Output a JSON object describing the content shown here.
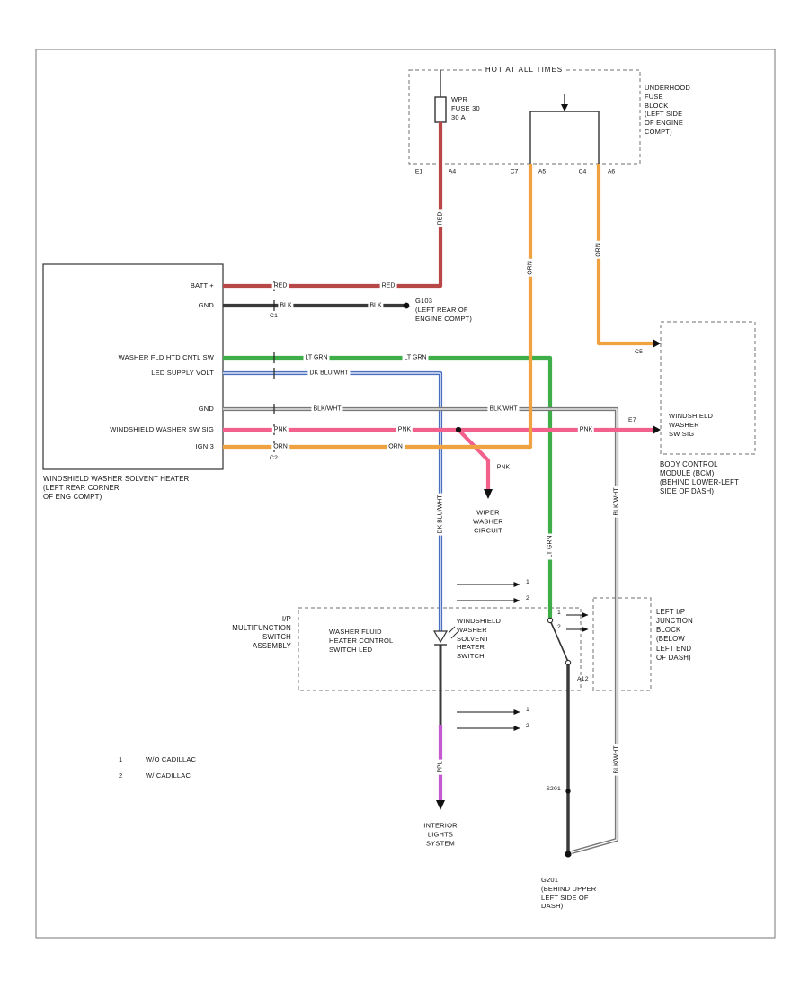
{
  "colors": {
    "red": "#b84747",
    "blk": "#3a3a3a",
    "ltgrn": "#3fae49",
    "dkblu": "#4a6fbe",
    "blkwht": "#787878",
    "pnk": "#f2618c",
    "orn": "#efa23f",
    "ppl": "#c45ad0",
    "outline": "#333333",
    "dashed_box": "#8a8a8a"
  },
  "fuse_box": {
    "header": "HOT AT ALL TIMES",
    "fuse_label": "WPR\nFUSE 30\n30 A",
    "underhood": "UNDERHOOD\nFUSE\nBLOCK\n(LEFT SIDE\nOF ENGINE\nCOMPT)",
    "pins": {
      "e1": "E1",
      "a4": "A4",
      "c7": "C7",
      "a5": "A5",
      "c4": "C4",
      "a6": "A6"
    }
  },
  "heater_module": {
    "terminals": [
      "BATT +",
      "GND",
      "WASHER FLD HTD CNTL SW",
      "LED SUPPLY VOLT",
      "GND",
      "WINDSHIELD WASHER SW SIG",
      "IGN 3"
    ],
    "conn1": "C1",
    "conn2": "C2",
    "caption": "WINDSHIELD WASHER SOLVENT HEATER\n(LEFT REAR CORNER\nOF ENG COMPT)"
  },
  "wire_labels": {
    "red": "RED",
    "blk": "BLK",
    "ltgrn": "LT GRN",
    "dkblu": "DK BLU/WHT",
    "blkwht": "BLK/WHT",
    "pnk": "PNK",
    "orn": "ORN",
    "ppl": "PPL"
  },
  "grounds": {
    "g103": "G103\n(LEFT REAR OF\nENGINE COMPT)",
    "g201": "G201\n(BEHIND UPPER\nLEFT SIDE OF\nDASH)",
    "s201": "S201"
  },
  "bcm": {
    "pin": "E7",
    "conn": "C5",
    "input_label": "WINDSHIELD\nWASHER\nSW SIG",
    "caption": "BODY CONTROL\nMODULE (BCM)\n(BEHIND LOWER-LEFT\nSIDE OF DASH)"
  },
  "wiper_ref": "WIPER\nWASHER\nCIRCUIT",
  "multifunction": {
    "caption": "I/P\nMULTIFUNCTION\nSWITCH\nASSEMBLY",
    "led_label": "WASHER FLUID\nHEATER CONTROL\nSWITCH LED",
    "switch_label": "WINDSHIELD\nWASHER\nSOLVENT\nHEATER\nSWITCH"
  },
  "junction_block": {
    "caption": "LEFT I/P\nJUNCTION\nBLOCK\n(BELOW\nLEFT END\nOF DASH)",
    "pin": "A12"
  },
  "interior_lights": "INTERIOR\nLIGHTS\nSYSTEM",
  "legend": [
    {
      "num": "1",
      "text": "W/O CADILLAC"
    },
    {
      "num": "2",
      "text": "W/ CADILLAC"
    }
  ],
  "variants": {
    "v1": "1",
    "v2": "2"
  }
}
